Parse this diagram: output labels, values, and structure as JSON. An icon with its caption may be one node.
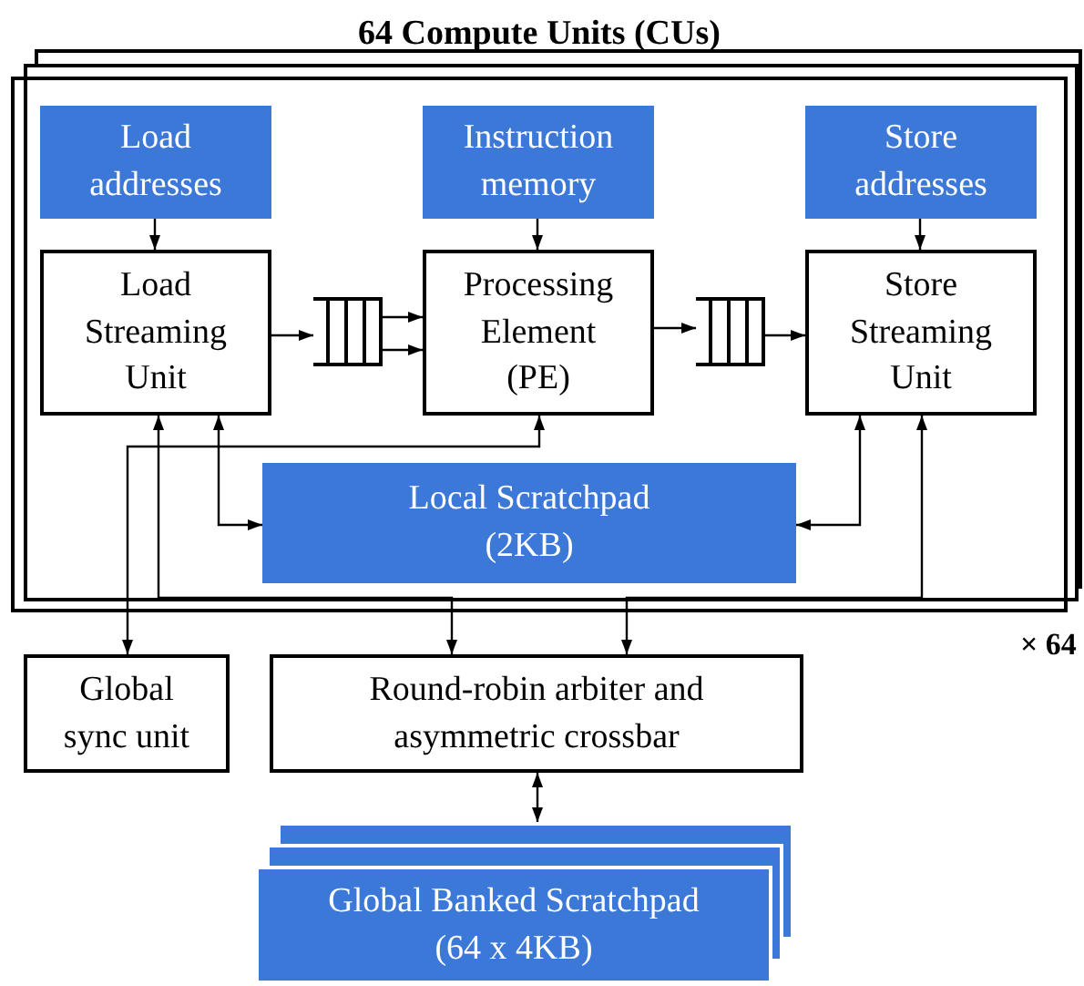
{
  "diagram": {
    "nodes": [
      {
        "text": [
          "64 Compute Units (CUs)"
        ],
        "beside": [
          "× 64"
        ]
      },
      {
        "text": [
          "Load addresses"
        ],
        "in": 0
      },
      {
        "text": [
          "Instruction memory"
        ],
        "in": 0
      },
      {
        "text": [
          "Store addresses"
        ],
        "in": 0
      },
      {
        "text": [
          "Load Streaming Unit"
        ],
        "in": 0
      },
      {
        "text": [],
        "shape": "queue",
        "in": 0
      },
      {
        "text": [
          "Processing Element (PE)"
        ],
        "in": 0
      },
      {
        "text": [],
        "shape": "queue",
        "in": 0
      },
      {
        "text": [
          "Store Streaming Unit"
        ],
        "in": 0
      },
      {
        "text": [
          "Local Scratchpad (2KB)"
        ],
        "in": 0
      },
      {
        "text": [
          "Global sync unit"
        ]
      },
      {
        "text": [
          "Round-robin arbiter and asymmetric crossbar"
        ]
      },
      {
        "text": [
          "Global Banked Scratchpad (64 x 4KB)"
        ]
      }
    ],
    "edges": [
      {
        "from": 1,
        "to": 4,
        "arrow": "to"
      },
      {
        "from": 2,
        "to": 6,
        "arrow": "to"
      },
      {
        "from": 3,
        "to": 8,
        "arrow": "to"
      },
      {
        "from": 4,
        "to": 5,
        "arrow": "to"
      },
      {
        "from": 5,
        "to": 6,
        "arrow": "to"
      },
      {
        "from": 5,
        "to": 6,
        "arrow": "to"
      },
      {
        "from": 6,
        "to": 7,
        "arrow": "to"
      },
      {
        "from": 7,
        "to": 8,
        "arrow": "to"
      },
      {
        "from": 4,
        "to": 9,
        "arrow": "both"
      },
      {
        "from": 8,
        "to": 9,
        "arrow": "both"
      },
      {
        "from": 6,
        "to": 10,
        "arrow": "both"
      },
      {
        "from": 4,
        "to": 11,
        "arrow": "both"
      },
      {
        "from": 8,
        "to": 11,
        "arrow": "both"
      },
      {
        "from": 11,
        "to": 12,
        "arrow": "both"
      }
    ]
  }
}
